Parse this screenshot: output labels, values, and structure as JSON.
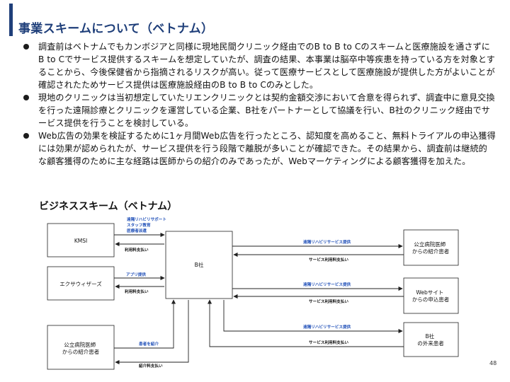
{
  "title": "事業スキームについて（ベトナム）",
  "bullets": [
    "調査前はベトナムでもカンボジアと同様に現地民間クリニック経由でのB to B to Cのスキームと医療施設を通さずにB to Cでサービス提供するスキームを想定していたが、調査の結果、本事業は脳卒中等疾患を持っている方を対象とすることから、今後保健省から指摘されるリスクが高い。従って医療サービスとして医療施設が提供した方がよいことが確認されたためサービス提供は医療施設経由のB to B to Cのみとした。",
    "現地のクリニックは当初想定していたリエンクリニックとは契約金額交渉において合意を得られず、調査中に意見交換を行った遠隔診療とクリニックを運営している企業、B社をパートナーとして協議を行い、B社のクリニック経由でサービス提供を行うことを検討している。",
    "Web広告の効果を検証するために1ヶ月間Web広告を行ったところ、認知度を高めること、無料トライアルの申込獲得には効果が認められたが、サービス提供を行う段階で離脱が多いことが確認できた。その結果から、調査前は継続的な顧客獲得のために主な経路は医師からの紹介のみであったが、Webマーケティングによる顧客獲得を加えた。"
  ],
  "diagram": {
    "title": "ビジネススキーム（ベトナム）",
    "left_boxes": [
      "KMSI",
      "エクサウィザーズ",
      "公立病院医師\nからの紹介患者"
    ],
    "center_box": "B社",
    "right_boxes": [
      "公立病院医師\nからの紹介患者",
      "Webサイト\nからの申込患者",
      "B社\nの外来患者"
    ],
    "kmsi_services": [
      "遠隔リハビリサポート",
      "スタッフ教育",
      "医療者派遣"
    ],
    "kmsi_payment": "利用料支払い",
    "exa_service": "アプリ提供",
    "exa_payment": "利用料支払い",
    "referral_label": "患者を紹介",
    "referral_payment": "紹介料支払い",
    "right_service": "遠隔リハビリサービス提供",
    "right_payment": "サービス利用料支払い"
  },
  "colors": {
    "accent": "#1f3f7a",
    "link_text": "#1f4fb8",
    "arrow": "#222222"
  },
  "page_number": "48"
}
